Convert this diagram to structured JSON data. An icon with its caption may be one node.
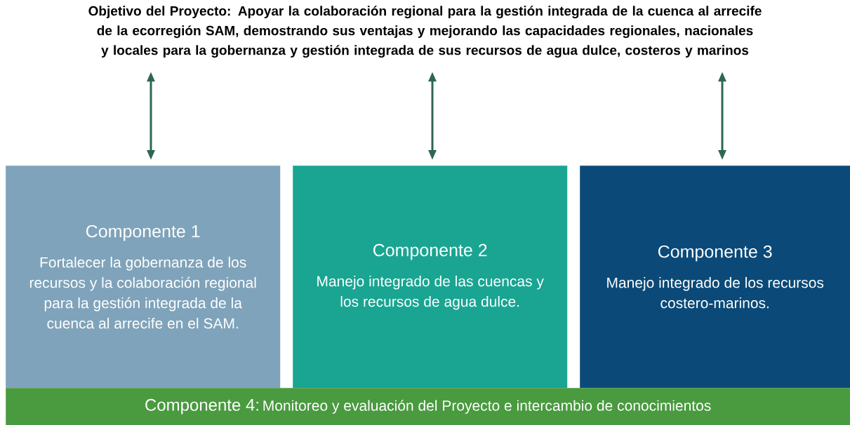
{
  "diagram": {
    "nodes": [
      {
        "text": [
          "Objetivo del Proyecto: Apoyar la colaboración regional para la gestión integrada de la cuenca al arrecife de la ecorregión SAM, demostrando sus ventajas y mejorando las capacidades regionales, nacionales y locales para la gobernanza y gestión integrada de sus recursos de agua dulce, costeros y marinos"
        ]
      },
      {
        "text": [
          "Componente 1",
          "Fortalecer la gobernanza de los recursos y la colaboración regional para la gestión integrada de la cuenca al arrecife en el SAM."
        ]
      },
      {
        "text": [
          "Componente 2",
          "Manejo integrado de las cuencas y los recursos de agua dulce."
        ]
      },
      {
        "text": [
          "Componente 3",
          "Manejo integrado de los recursos costero-marinos."
        ]
      },
      {
        "text": [
          "Componente 4:",
          "Monitoreo y evaluación del Proyecto e intercambio de conocimientos"
        ]
      }
    ],
    "edges": [
      {
        "from": 0,
        "to": 1,
        "arrow": "both"
      },
      {
        "from": 0,
        "to": 2,
        "arrow": "both"
      },
      {
        "from": 0,
        "to": 3,
        "arrow": "both"
      }
    ]
  }
}
